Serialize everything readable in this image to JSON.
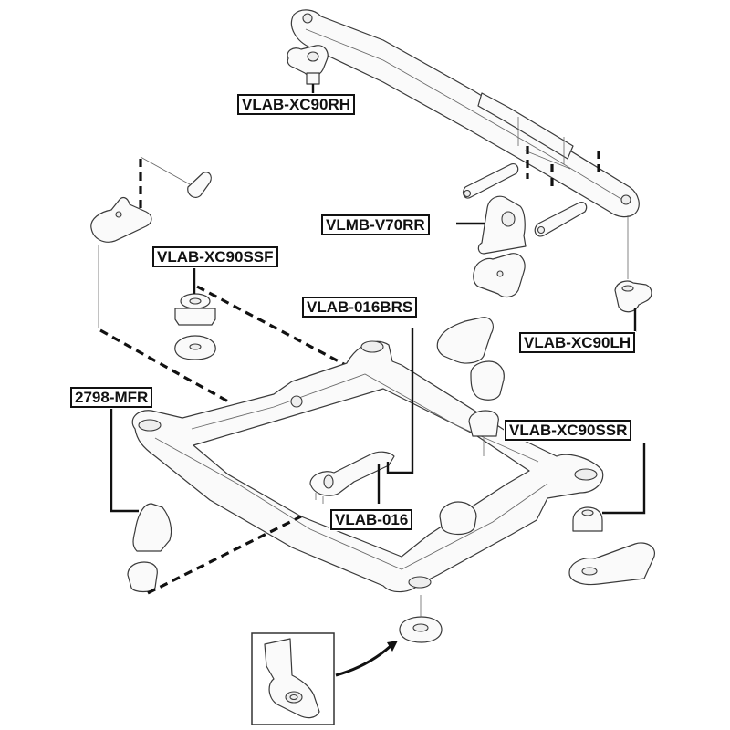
{
  "diagram": {
    "title": "Volvo XC90 front subframe and engine mount assembly",
    "labels": [
      {
        "id": "xc90rh",
        "text": "VLAB-XC90RH"
      },
      {
        "id": "v70rr",
        "text": "VLMB-V70RR"
      },
      {
        "id": "xc90ssf",
        "text": "VLAB-XC90SSF"
      },
      {
        "id": "016brs",
        "text": "VLAB-016BRS"
      },
      {
        "id": "xc90lh",
        "text": "VLAB-XC90LH"
      },
      {
        "id": "xc90ssr",
        "text": "VLAB-XC90SSR"
      },
      {
        "id": "2798mfr",
        "text": "2798-MFR"
      },
      {
        "id": "016",
        "text": "VLAB-016"
      }
    ]
  }
}
